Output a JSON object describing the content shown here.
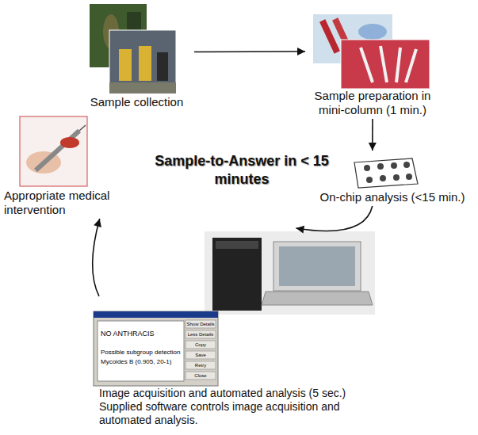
{
  "diagram": {
    "title": "Sample-to-Answer in < 15 minutes",
    "nodes": [
      {
        "text": [
          "Sample collection"
        ]
      },
      {
        "text": [
          "Sample preparation in mini-column (1 min.)"
        ]
      },
      {
        "text": [
          "On-chip analysis (<15 min.)"
        ]
      },
      {
        "text": [
          "Image acquisition and automated analysis (5 sec.)",
          "Supplied software controls image acquisition and automated analysis."
        ]
      },
      {
        "text": [
          "Appropriate medical intervention"
        ]
      }
    ],
    "edges": [
      {
        "from": 0,
        "to": 1,
        "arrow": "to"
      },
      {
        "from": 1,
        "to": 2,
        "arrow": "to"
      },
      {
        "from": 2,
        "to": 3,
        "arrow": "to"
      },
      {
        "from": 3,
        "to": 4,
        "arrow": "to"
      }
    ],
    "labels": [
      "NO ANTHRACIS",
      "Possible subgroup detection",
      "Mycoides B (0.905, 20-1)",
      "Show Details",
      "Less Details",
      "Copy",
      "Save",
      "Retry",
      "Close"
    ]
  }
}
